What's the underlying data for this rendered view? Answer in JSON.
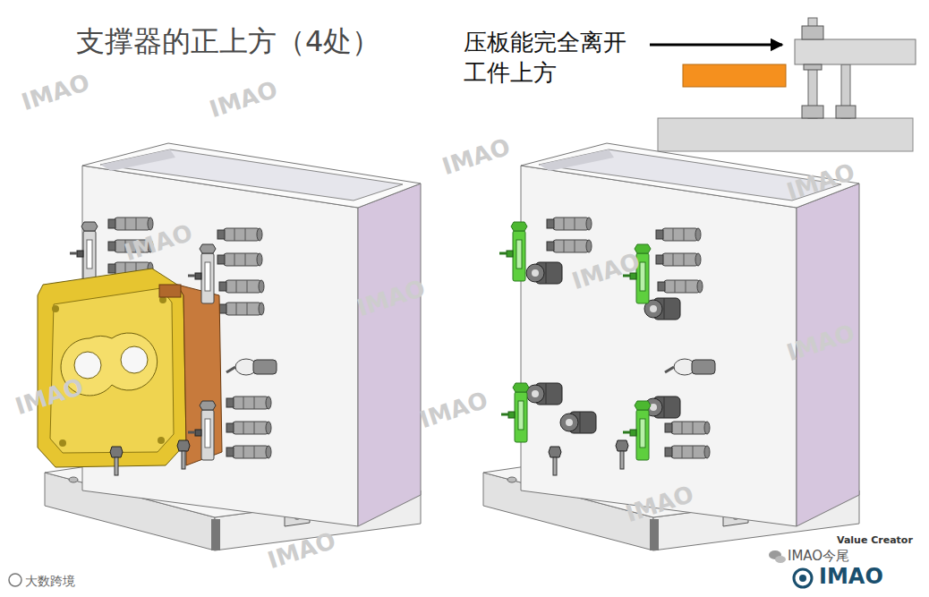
{
  "diagram": {
    "title": "支撑器的正上方（4处）",
    "labels": [
      "压板能完全离开 工件上方",
      "IMAO",
      "IMAO",
      "IMAO",
      "IMAO",
      "IMAO",
      "IMAO",
      "IMAO",
      "IMAO",
      "IMAO",
      "IMAO",
      "IMAO",
      "IMAO",
      "大数跨境",
      "IMAO今尾",
      "Value Creator",
      "IMAO"
    ]
  }
}
